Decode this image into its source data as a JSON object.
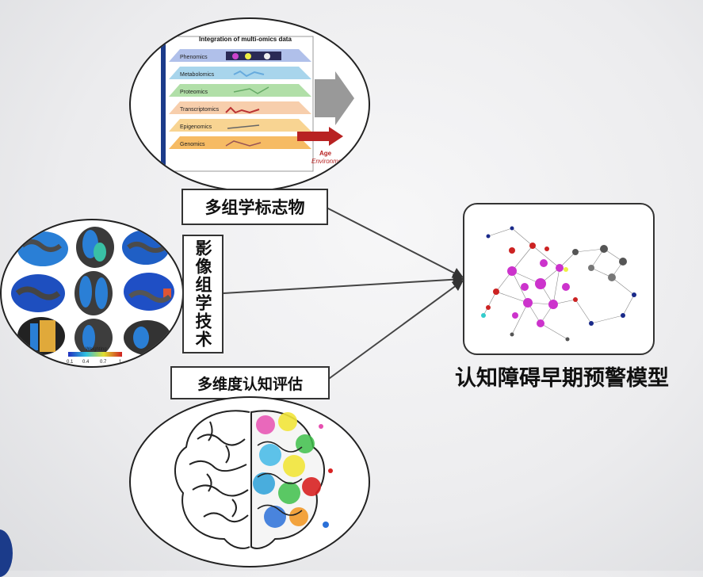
{
  "nodes": {
    "multiomics": {
      "label": "多组学标志物",
      "title": "Integration of multi-omics data",
      "layers": [
        "Phenomics",
        "Metabolomics",
        "Proteomics",
        "Transcriptomics",
        "Epigenomics",
        "Genomics"
      ],
      "side_label_1": "Age",
      "side_label_2": "Environment"
    },
    "imaging": {
      "label": "影像组学技术",
      "colorbar_title": "Weighting",
      "colorbar_ticks": [
        "0.1",
        "0.4",
        "0.7",
        "1"
      ]
    },
    "cognition": {
      "label": "多维度认知评估"
    },
    "model": {
      "label": "认知障碍早期预警模型"
    }
  },
  "colors": {
    "arrow": "#333333",
    "network_magenta": "#cc33cc",
    "network_red": "#cc2222",
    "network_gray": "#555555"
  }
}
